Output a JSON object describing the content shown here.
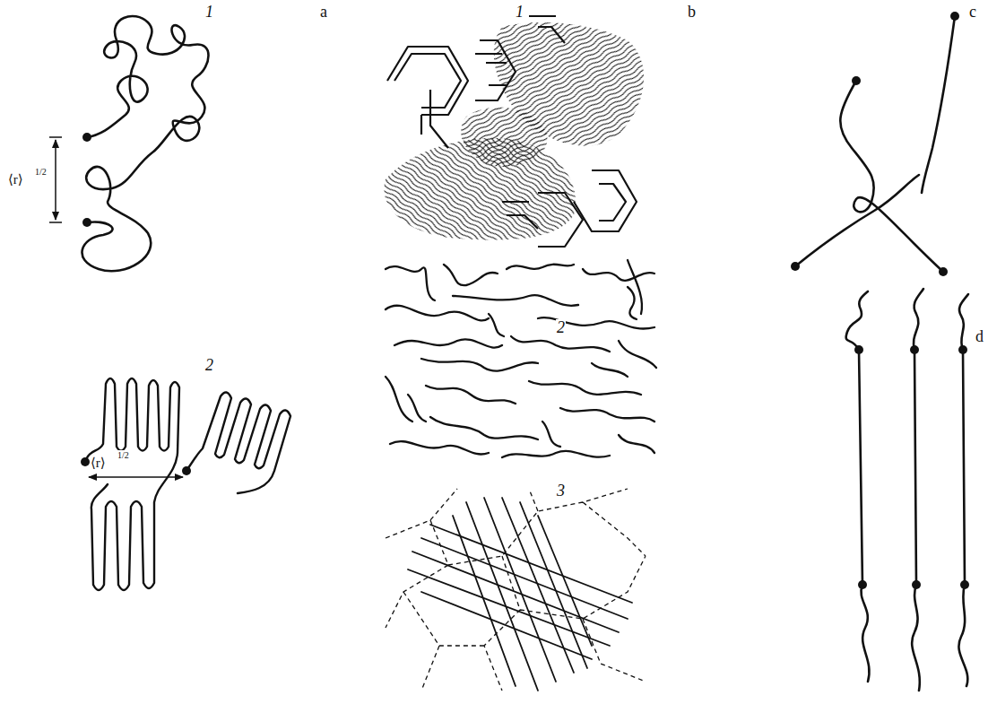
{
  "diagram": {
    "labels": [
      "1",
      "a",
      "1",
      "b",
      "c",
      "⟨r⟩",
      "1/2",
      "2",
      "2",
      "⟨r⟩",
      "1/2",
      "3",
      "d"
    ]
  }
}
